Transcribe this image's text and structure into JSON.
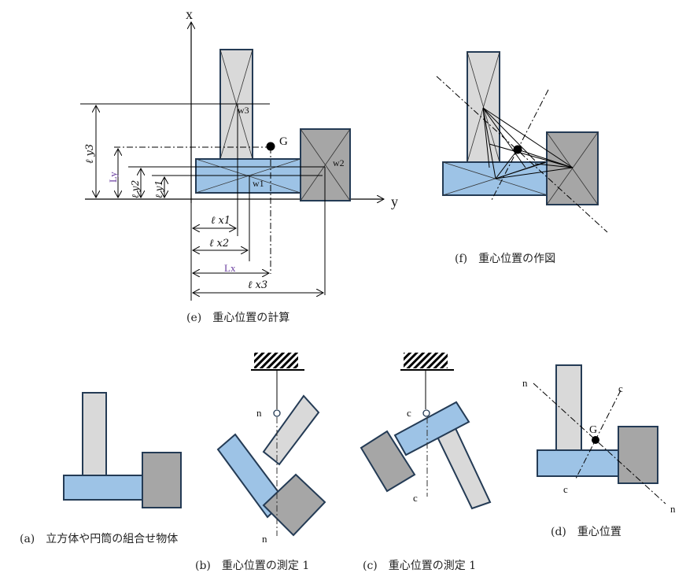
{
  "colors": {
    "light_block": "#d9d9d9",
    "blue_block": "#9dc3e6",
    "dark_block": "#a6a6a6",
    "outline": "#243b55",
    "line": "#000000",
    "dimension_label_accent": "#6b3fa0"
  },
  "panel_e": {
    "caption": "(e)　重心位置の計算",
    "axis_x_label": "x",
    "axis_y_label": "y",
    "centroid_label": "G",
    "weights": [
      "w1",
      "w2",
      "w3"
    ],
    "dim_y": [
      "ℓ y3",
      "Ly",
      "ℓ y2",
      "ℓ y1"
    ],
    "dim_x": [
      "ℓ x1",
      "ℓ x2",
      "Lx",
      "ℓ x3"
    ]
  },
  "panel_f": {
    "caption": "(f)　重心位置の作図"
  },
  "panel_a": {
    "caption": "(a)　立方体や円筒の組合せ物体"
  },
  "panel_b": {
    "caption": "(b)　重心位置の測定 1",
    "line_label_top": "n",
    "line_label_bottom": "n"
  },
  "panel_c": {
    "caption": "(c)　重心位置の測定 1",
    "line_label_top": "c",
    "line_label_bottom": "c"
  },
  "panel_d": {
    "caption": "(d)　重心位置",
    "centroid_label": "G",
    "n_label_top": "n",
    "n_label_bottom": "n",
    "c_label_top": "c",
    "c_label_bottom": "c"
  }
}
